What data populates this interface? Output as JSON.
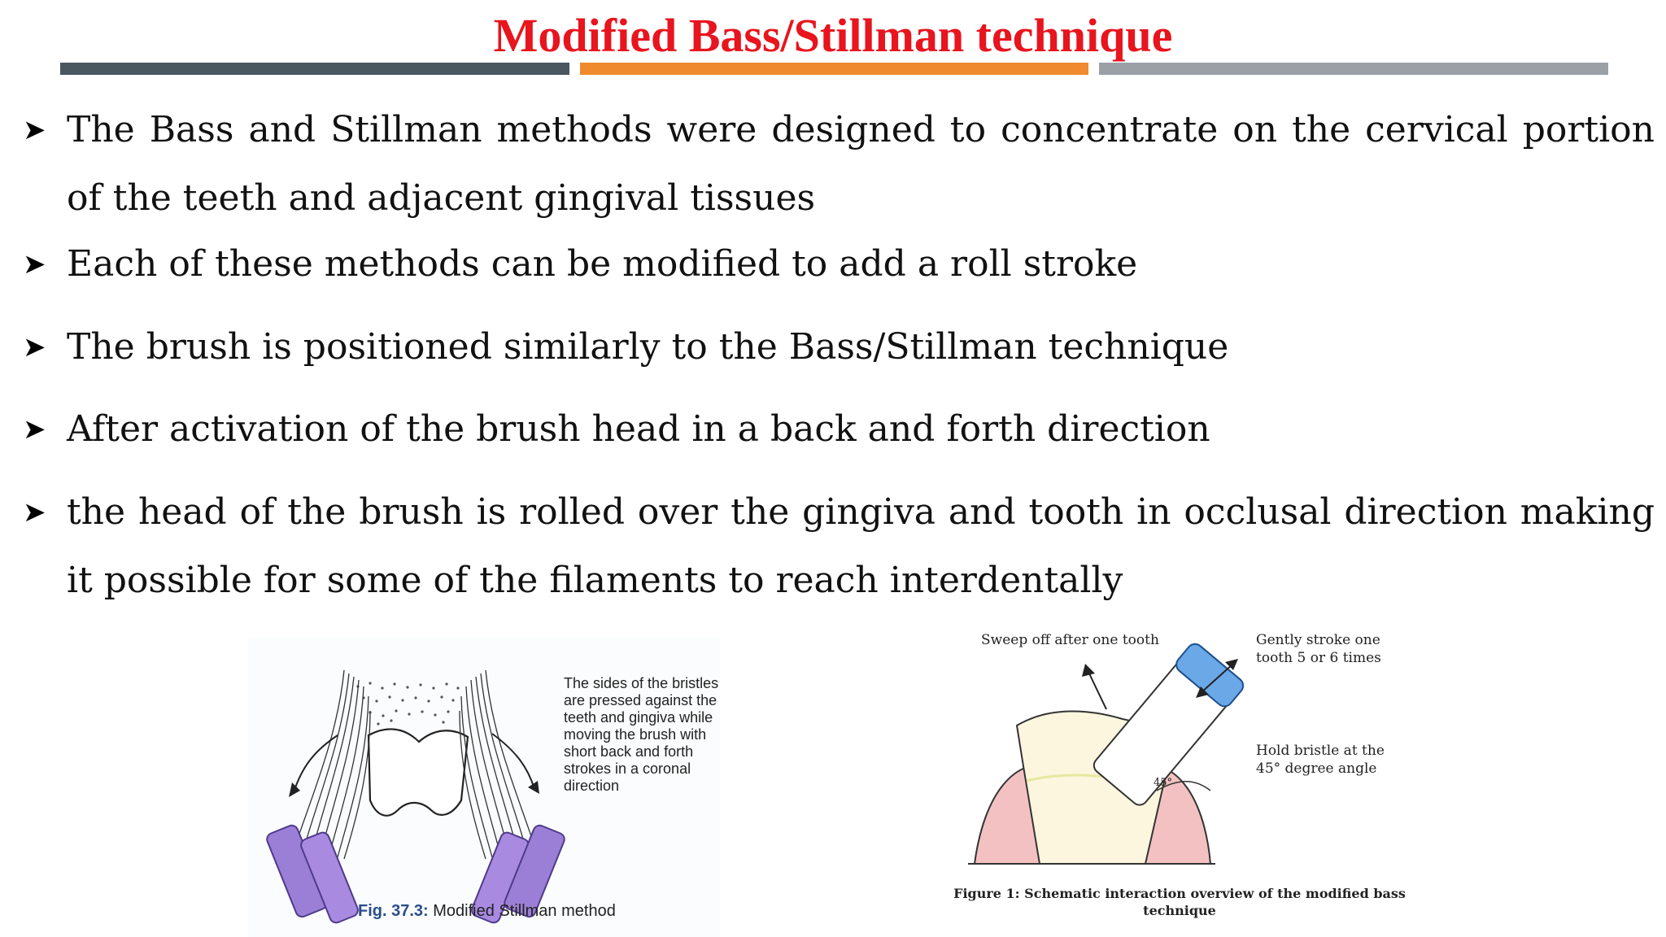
{
  "slide": {
    "title": "Modified Bass/Stillman technique",
    "colors": {
      "title": "#e8141e",
      "rule_dark": "#4a5660",
      "rule_orange": "#ef8a2e",
      "rule_gray": "#9aa0a6"
    }
  },
  "bullets": [
    {
      "icon": "arrowhead-bullet-icon",
      "text": "The Bass and Stillman methods were designed to concentrate on the cervical portion of the teeth and adjacent gingival tissues"
    },
    {
      "icon": "arrowhead-bullet-icon",
      "text": "Each of these methods can be modified to add a roll stroke"
    },
    {
      "icon": "arrowhead-bullet-icon",
      "text": "The brush is positioned similarly to the Bass/Stillman technique"
    },
    {
      "icon": "arrowhead-bullet-icon",
      "text": "After activation of the brush head in a back and forth direction"
    },
    {
      "icon": "arrowhead-bullet-icon",
      "text": "the head of the brush is rolled over the gingiva and tooth in occlusal direction making it possible for some of the filaments to reach interdentally"
    }
  ],
  "figure_left": {
    "note": "The sides of the bristles are pressed against the teeth and gingiva while moving the brush with short back and forth strokes in a coronal direction",
    "caption_number": "Fig. 37.3:",
    "caption_text": "Modified Stillman method"
  },
  "figure_right": {
    "sweep_label": "Sweep off after one tooth",
    "stroke_label": "Gently stroke one tooth 5 or 6 times",
    "hold_label": "Hold bristle at the 45° degree angle",
    "angle_label": "45°",
    "caption": "Figure 1: Schematic interaction overview of the modified bass technique"
  }
}
